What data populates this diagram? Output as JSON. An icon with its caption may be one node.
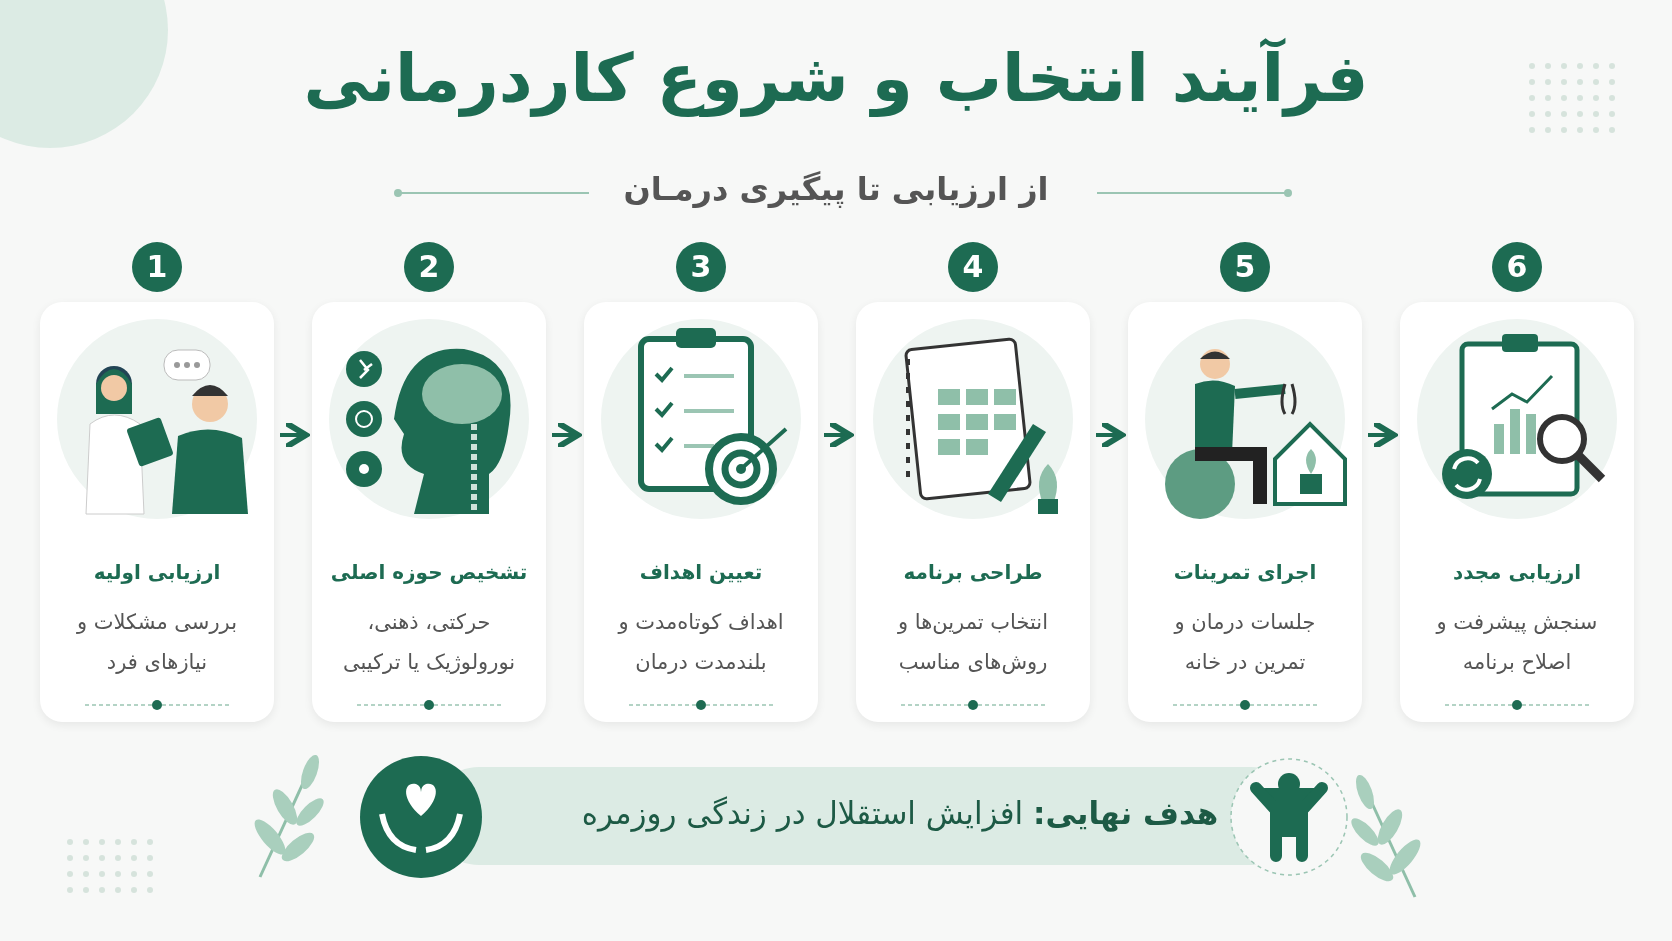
{
  "diagram": {
    "title": "فرآیند انتخاب و شروع کاردرمانی",
    "caption": "از ارزیابی تا پیگیری درمـان",
    "nodes": [
      {
        "text": [
          "1",
          "ارزیابی اولیه",
          "بررسی مشکلات و نیازهای فرد"
        ]
      },
      {
        "text": [
          "2",
          "تشخیص حوزه اصلی",
          "حرکتی، ذهنی، نورولوژیک یا ترکیبی"
        ]
      },
      {
        "text": [
          "3",
          "تعیین اهداف",
          "اهداف کوتاه‌مدت و بلندمدت درمان"
        ]
      },
      {
        "text": [
          "4",
          "طراحی برنامه",
          "انتخاب تمرین‌ها و روش‌های مناسب"
        ]
      },
      {
        "text": [
          "5",
          "اجرای تمرینات",
          "جلسات درمان و تمرین در خانه"
        ]
      },
      {
        "text": [
          "6",
          "ارزیابی مجدد",
          "سنجش پیشرفت و اصلاح برنامه"
        ]
      },
      {
        "text": [
          "**هدف نهایی:** افزایش استقلال در زندگی روزمره"
        ]
      }
    ],
    "edges": [
      {
        "from": 0,
        "to": 1,
        "arrow": "to"
      },
      {
        "from": 1,
        "to": 2,
        "arrow": "to"
      },
      {
        "from": 2,
        "to": 3,
        "arrow": "to"
      },
      {
        "from": 3,
        "to": 4,
        "arrow": "to"
      },
      {
        "from": 4,
        "to": 5,
        "arrow": "to"
      }
    ]
  }
}
